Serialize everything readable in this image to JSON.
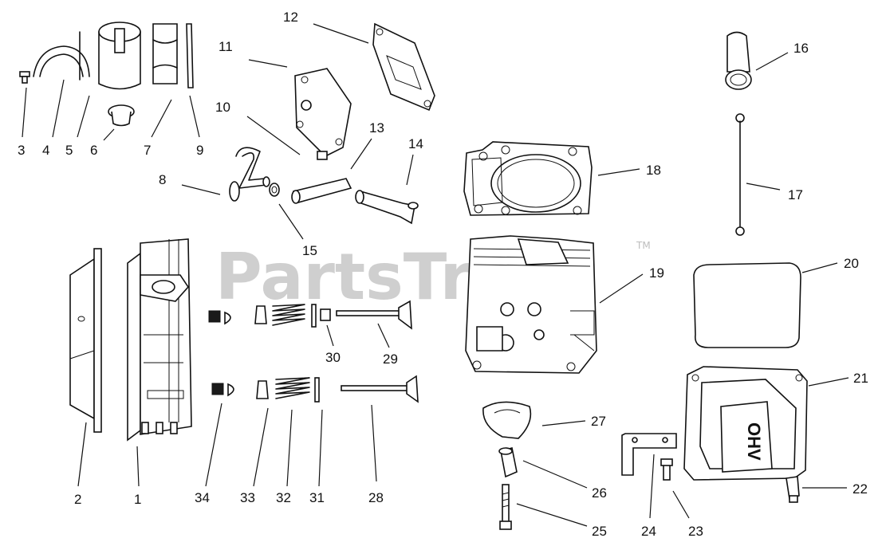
{
  "watermark": {
    "text": "PartsTree",
    "trademark": "TM"
  },
  "callouts": {
    "c1": "1",
    "c2": "2",
    "c3": "3",
    "c4": "4",
    "c5": "5",
    "c6": "6",
    "c7": "7",
    "c8": "8",
    "c9": "9",
    "c10": "10",
    "c11": "11",
    "c12": "12",
    "c13": "13",
    "c14": "14",
    "c15": "15",
    "c16": "16",
    "c17": "17",
    "c18": "18",
    "c19": "19",
    "c20": "20",
    "c21": "21",
    "c22": "22",
    "c23": "23",
    "c24": "24",
    "c25": "25",
    "c26": "26",
    "c27": "27",
    "c28": "28",
    "c29": "29",
    "c30": "30",
    "c31": "31",
    "c32": "32",
    "c33": "33",
    "c34": "34"
  },
  "valve_cover_emblem": "OHV"
}
